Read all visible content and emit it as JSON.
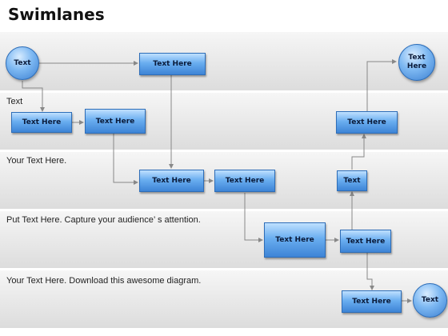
{
  "title": "Swimlanes",
  "lanes": [
    {
      "label": ""
    },
    {
      "label": "Text"
    },
    {
      "label": "Your Text Here."
    },
    {
      "label": "Put Text Here. Capture your audience’ s attention."
    },
    {
      "label": "Your Text Here. Download this awesome diagram."
    }
  ],
  "nodes": {
    "start_circle": "Text",
    "n1": "Text Here",
    "end_circle_top": "Text Here",
    "n2": "Text Here",
    "n3": "Text Here",
    "n4": "Text Here",
    "n5": "Text Here",
    "n6": "Text Here",
    "n7": "Text",
    "n8": "Text Here",
    "n9": "Text Here",
    "n10": "Text Here",
    "end_circle_bottom": "Text"
  },
  "colors": {
    "node_fill": "#5b9ee8",
    "node_border": "#2d6db8",
    "connector": "#888888"
  }
}
